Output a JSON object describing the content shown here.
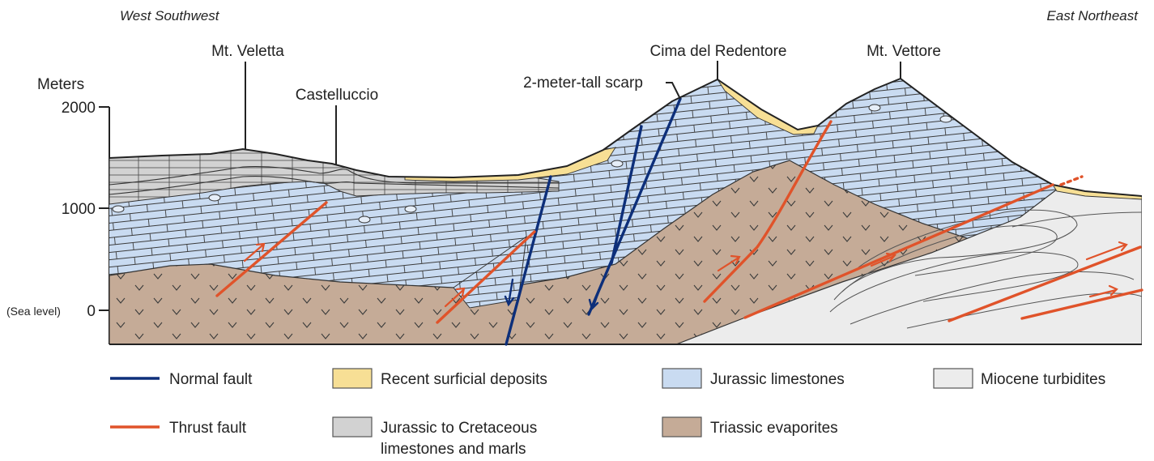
{
  "directions": {
    "west": "West Southwest",
    "east": "East Northeast"
  },
  "peaks": {
    "veletta": "Mt. Veletta",
    "castelluccio": "Castelluccio",
    "scarp": "2-meter-tall scarp",
    "redentore": "Cima del Redentore",
    "vettore": "Mt. Vettore"
  },
  "axis": {
    "unit": "Meters",
    "ticks": [
      "2000",
      "1000",
      "0"
    ],
    "sea_level": "(Sea level)"
  },
  "legend": {
    "normal_fault": "Normal fault",
    "thrust_fault": "Thrust fault",
    "surficial": "Recent surficial deposits",
    "jur_cret_line1": "Jurassic to Cretaceous",
    "jur_cret_line2": "limestones and marls",
    "jur_limestone": "Jurassic limestones",
    "triassic": "Triassic evaporites",
    "miocene": "Miocene turbidites"
  },
  "colors": {
    "normal_fault": "#0d2f7a",
    "thrust_fault": "#e0532a",
    "surficial": "#f7df95",
    "jur_cret": "#d2d2d2",
    "jur_limestone": "#c9dbf1",
    "triassic": "#c5ab97",
    "miocene": "#ececec"
  }
}
